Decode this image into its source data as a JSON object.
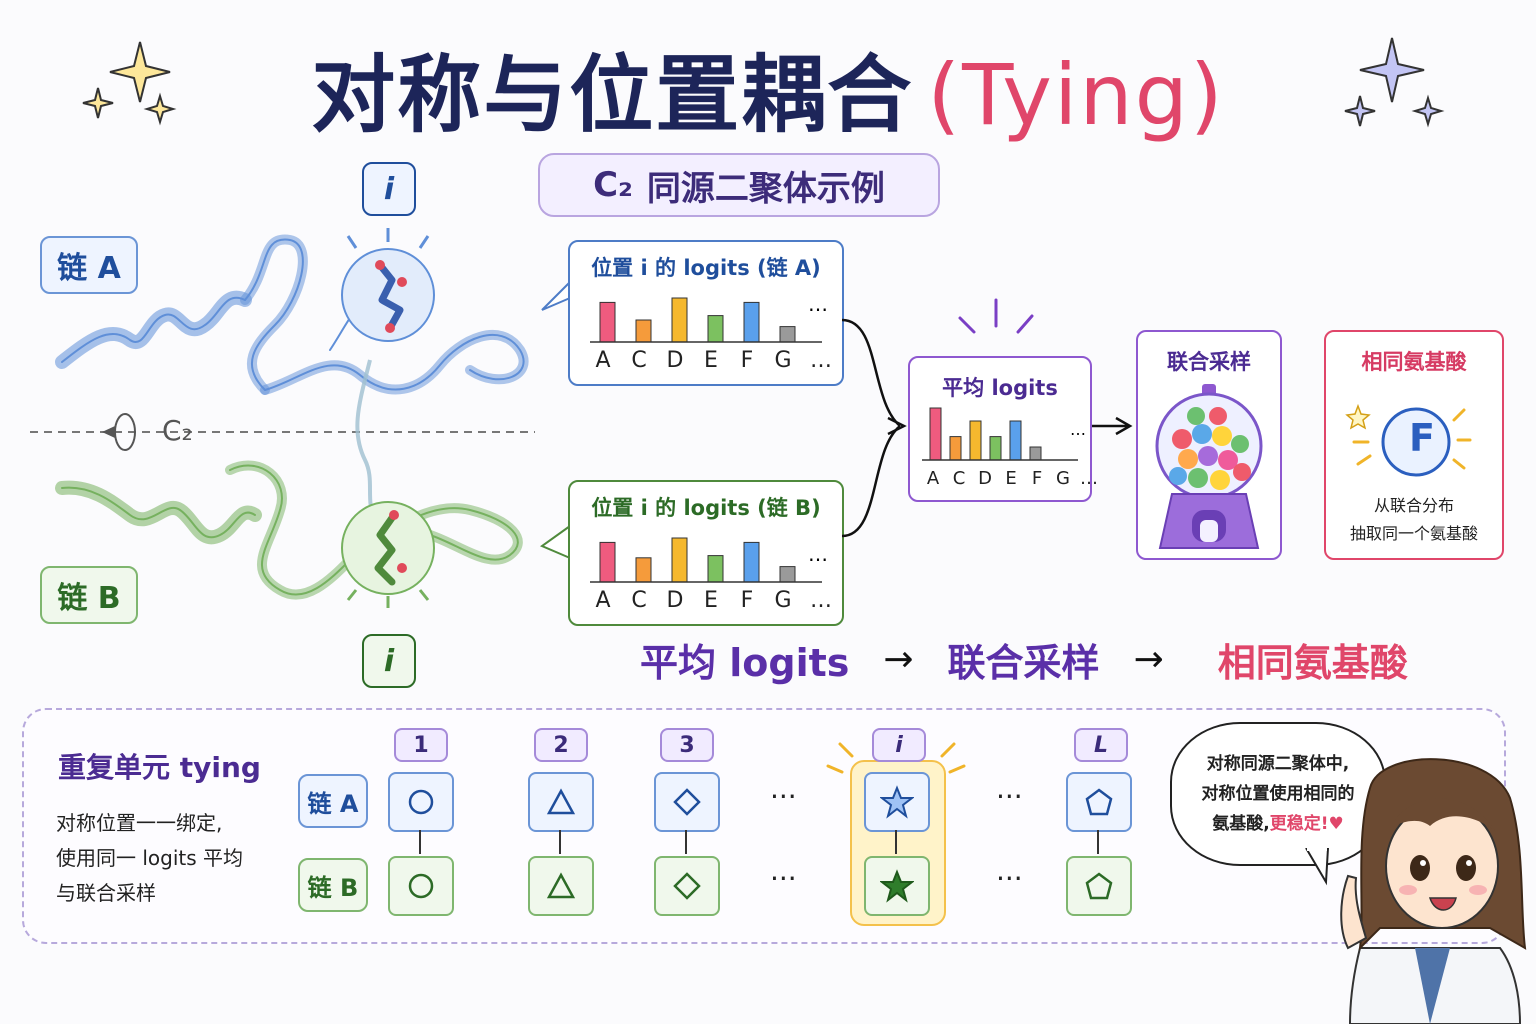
{
  "title": {
    "main": "对称与位置耦合",
    "accent": "(Tying)"
  },
  "subtitle": {
    "c2": "C₂",
    "text": "同源二聚体示例"
  },
  "chains": {
    "a": "链 A",
    "b": "链 B",
    "axis": "C₂"
  },
  "position_marker": "i",
  "logits_a": {
    "title": "位置 i 的 logits (链 A)"
  },
  "logits_b": {
    "title": "位置 i 的 logits (链 B)"
  },
  "letters": [
    "A",
    "C",
    "D",
    "E",
    "F",
    "G",
    "…"
  ],
  "ellipsis": "…",
  "avg_box": {
    "title": "平均 logits"
  },
  "joint_box": {
    "title": "联合采样"
  },
  "same_box": {
    "title": "相同氨基酸",
    "letter": "F",
    "desc_line1": "从联合分布",
    "desc_line2": "抽取同一个氨基酸"
  },
  "flow": {
    "step1": "平均 logits",
    "arrow": "→",
    "step2": "联合采样",
    "step3": "相同氨基酸"
  },
  "bottom": {
    "heading": "重复单元 tying",
    "desc_line1": "对称位置一一绑定,",
    "desc_line2": "使用同一 logits 平均",
    "desc_line3": "与联合采样",
    "chain_a": "链 A",
    "chain_b": "链 B",
    "positions": [
      "1",
      "2",
      "3",
      "i",
      "L"
    ],
    "dots": "···"
  },
  "speech": {
    "line1": "对称同源二聚体中,",
    "line2": "对称位置使用相同的",
    "line3_prefix": "氨基酸,",
    "line3_accent": "更稳定!",
    "heart": "♥"
  },
  "colors": {
    "chain_a": "#6b95d6",
    "chain_b": "#7fb66f",
    "accent_pink": "#e0466a",
    "accent_purple": "#6a3fb5"
  },
  "icons": [
    "sparkle-icon",
    "protein-helix-icon",
    "molecule-icon",
    "c2-rotation-icon",
    "gumball-machine-icon",
    "star-icon",
    "circle-icon",
    "triangle-icon",
    "diamond-icon",
    "pentagon-icon",
    "heart-icon"
  ],
  "chart_data": [
    {
      "type": "bar",
      "title": "位置 i 的 logits (链 A)",
      "categories": [
        "A",
        "C",
        "D",
        "E",
        "F",
        "G"
      ],
      "values": [
        0.9,
        0.5,
        1.0,
        0.6,
        0.9,
        0.35
      ]
    },
    {
      "type": "bar",
      "title": "位置 i 的 logits (链 B)",
      "categories": [
        "A",
        "C",
        "D",
        "E",
        "F",
        "G"
      ],
      "values": [
        0.9,
        0.55,
        1.0,
        0.6,
        0.9,
        0.35
      ]
    },
    {
      "type": "bar",
      "title": "平均 logits",
      "categories": [
        "A",
        "C",
        "D",
        "E",
        "F",
        "G"
      ],
      "values": [
        1.0,
        0.45,
        0.75,
        0.45,
        0.75,
        0.25
      ]
    }
  ]
}
